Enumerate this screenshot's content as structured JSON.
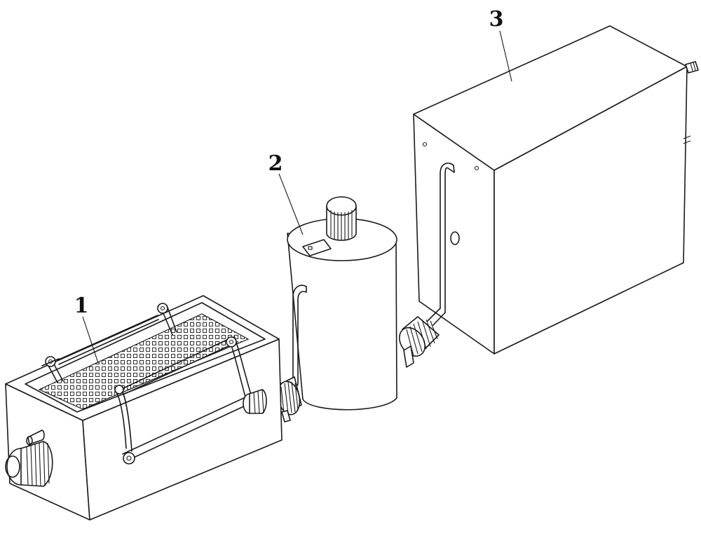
{
  "labels": [
    {
      "id": "1",
      "text": "1"
    },
    {
      "id": "2",
      "text": "2"
    },
    {
      "id": "3",
      "text": "3"
    }
  ],
  "colors": {
    "line": "#1a1a1a",
    "background": "#ffffff"
  }
}
